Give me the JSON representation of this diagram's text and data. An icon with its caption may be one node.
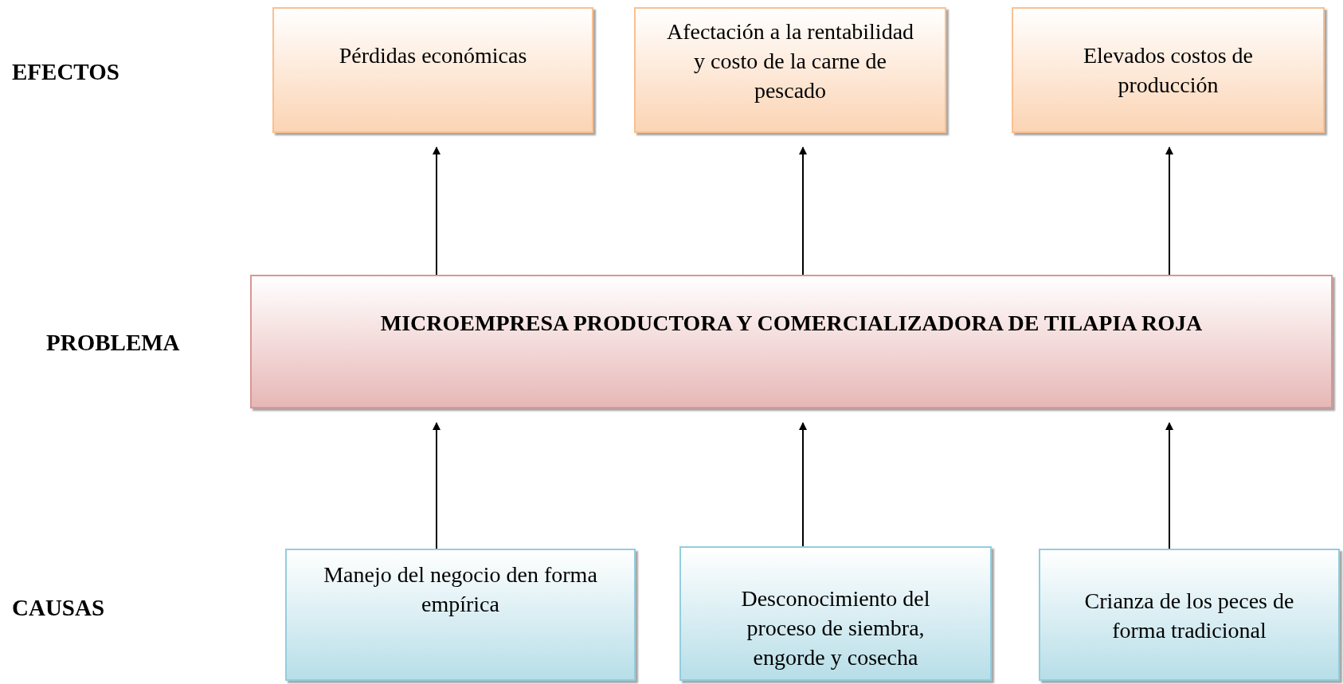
{
  "diagram": {
    "nodes": [
      {
        "text": [
          "Pérdidas económicas"
        ]
      },
      {
        "text": [
          "Afectación a la rentabilidad  y costo de la carne de pescado"
        ]
      },
      {
        "text": [
          "Elevados costos de producción"
        ]
      },
      {
        "text": [
          "MICROEMPRESA PRODUCTORA Y COMERCIALIZADORA DE TILAPIA ROJA"
        ]
      },
      {
        "text": [
          "Manejo del negocio den forma empírica"
        ]
      },
      {
        "text": [
          "Desconocimiento del proceso de siembra, engorde y cosecha"
        ]
      },
      {
        "text": [
          "Crianza de los peces de forma tradicional"
        ]
      }
    ],
    "edges": [
      {
        "from": 3,
        "to": 0,
        "arrow": "to"
      },
      {
        "from": 3,
        "to": 1,
        "arrow": "to"
      },
      {
        "from": 3,
        "to": 2,
        "arrow": "to"
      },
      {
        "from": 4,
        "to": 3,
        "arrow": "to"
      },
      {
        "from": 5,
        "to": 3,
        "arrow": "to"
      },
      {
        "from": 6,
        "to": 3,
        "arrow": "to"
      }
    ],
    "labels": [
      "EFECTOS",
      "PROBLEMA",
      "CAUSAS"
    ]
  }
}
